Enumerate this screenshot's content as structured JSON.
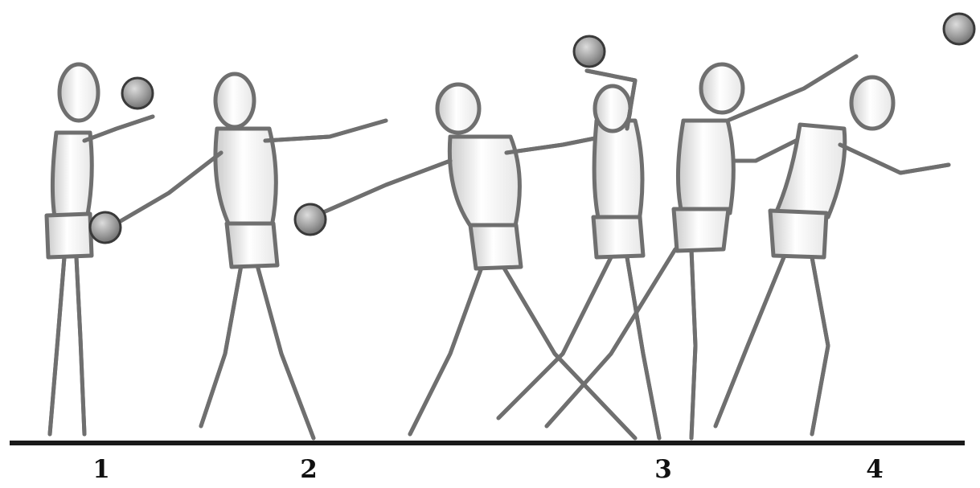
{
  "diagram": {
    "phase_labels": [
      "1",
      "2",
      "3",
      "4"
    ],
    "colors": {
      "outline": "#6f6f6f",
      "ground": "#1a1a1a",
      "ball": "#9a9a9a",
      "label": "#111111"
    }
  }
}
